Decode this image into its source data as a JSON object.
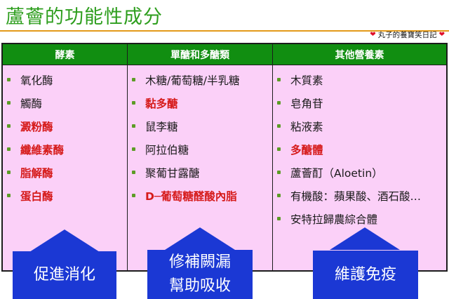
{
  "slide": {
    "title": "蘆薈的功能性成分",
    "credit": "丸子的養寶笑日記"
  },
  "columns": [
    {
      "header": "酵素",
      "items": [
        {
          "text": "氧化酶",
          "highlight": false
        },
        {
          "text": "觸酶",
          "highlight": false
        },
        {
          "text": "澱粉酶",
          "highlight": true
        },
        {
          "text": "纖維素酶",
          "highlight": true
        },
        {
          "text": "脂解酶",
          "highlight": true
        },
        {
          "text": "蛋白酶",
          "highlight": true
        }
      ],
      "callout": {
        "line1": "促進消化",
        "line2": ""
      }
    },
    {
      "header": "單醣和多醣類",
      "items": [
        {
          "text": "木糖/葡萄糖/半乳糖",
          "highlight": false
        },
        {
          "text": "黏多醣",
          "highlight": true
        },
        {
          "text": "鼠李糖",
          "highlight": false
        },
        {
          "text": "阿拉伯糖",
          "highlight": false
        },
        {
          "text": "聚葡甘露醣",
          "highlight": false
        },
        {
          "text": "D─葡萄糖醛酸內脂",
          "highlight": true
        }
      ],
      "callout": {
        "line1": "修補闕漏",
        "line2": "幫助吸收"
      }
    },
    {
      "header": "其他營養素",
      "items": [
        {
          "text": "木質素",
          "highlight": false
        },
        {
          "text": "皂角苷",
          "highlight": false
        },
        {
          "text": "粘液素",
          "highlight": false
        },
        {
          "text": "多醣體",
          "highlight": true
        },
        {
          "text": "蘆薈酊（Aloetin）",
          "highlight": false
        },
        {
          "text": "有機酸：蘋果酸、酒石酸…",
          "highlight": false
        },
        {
          "text": "安特拉歸農綜合體",
          "highlight": false
        }
      ],
      "callout": {
        "line1": "維護免疫",
        "line2": ""
      }
    }
  ],
  "colors": {
    "title_green": "#2e9e1e",
    "header_green": "#118e11",
    "panel_pink": "#fbd0f8",
    "highlight_red": "#d61b1b",
    "arrow_blue": "#1b38d4",
    "rule_orange": "#e39a1a"
  },
  "icons": {
    "credit_decoration": "heart-icon"
  }
}
